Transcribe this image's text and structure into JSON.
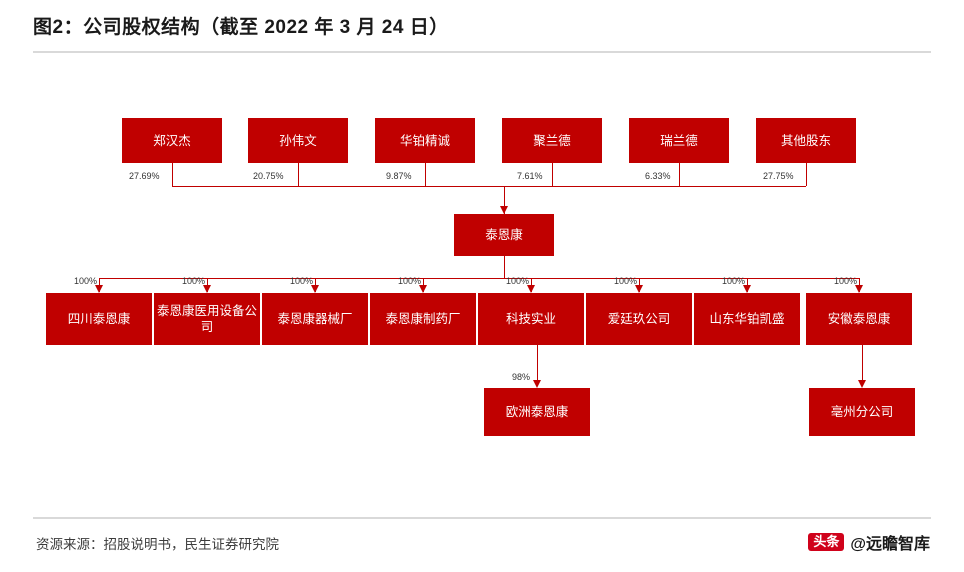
{
  "header": {
    "title": "图2：公司股权结构（截至 2022 年 3 月 24 日）"
  },
  "footer": {
    "source": "资源来源：招股说明书，民生证券研究院",
    "brand_badge": "头条",
    "brand_name": "@远瞻智库"
  },
  "chart_data": {
    "type": "diagram",
    "title": "公司股权结构（截至 2022 年 3 月 24 日）",
    "shareholders": [
      {
        "name": "郑汉杰",
        "pct": "27.69%"
      },
      {
        "name": "孙伟文",
        "pct": "20.75%"
      },
      {
        "name": "华铂精诚",
        "pct": "9.87%"
      },
      {
        "name": "聚兰德",
        "pct": "7.61%"
      },
      {
        "name": "瑞兰德",
        "pct": "6.33%"
      },
      {
        "name": "其他股东",
        "pct": "27.75%"
      }
    ],
    "core": {
      "name": "泰恩康"
    },
    "subsidiaries": [
      {
        "name": "四川泰恩康",
        "pct": "100%"
      },
      {
        "name": "泰恩康医用设备公司",
        "pct": "100%"
      },
      {
        "name": "泰恩康器械厂",
        "pct": "100%"
      },
      {
        "name": "泰恩康制药厂",
        "pct": "100%"
      },
      {
        "name": "科技实业",
        "pct": "100%"
      },
      {
        "name": "爱廷玖公司",
        "pct": "100%"
      },
      {
        "name": "山东华铂凯盛",
        "pct": "100%"
      },
      {
        "name": "安徽泰恩康",
        "pct": "100%"
      }
    ],
    "grandchildren": [
      {
        "name": "欧洲泰恩康",
        "pct": "98%",
        "parent": "科技实业"
      },
      {
        "name": "亳州分公司",
        "pct": "",
        "parent": "安徽泰恩康"
      }
    ]
  }
}
